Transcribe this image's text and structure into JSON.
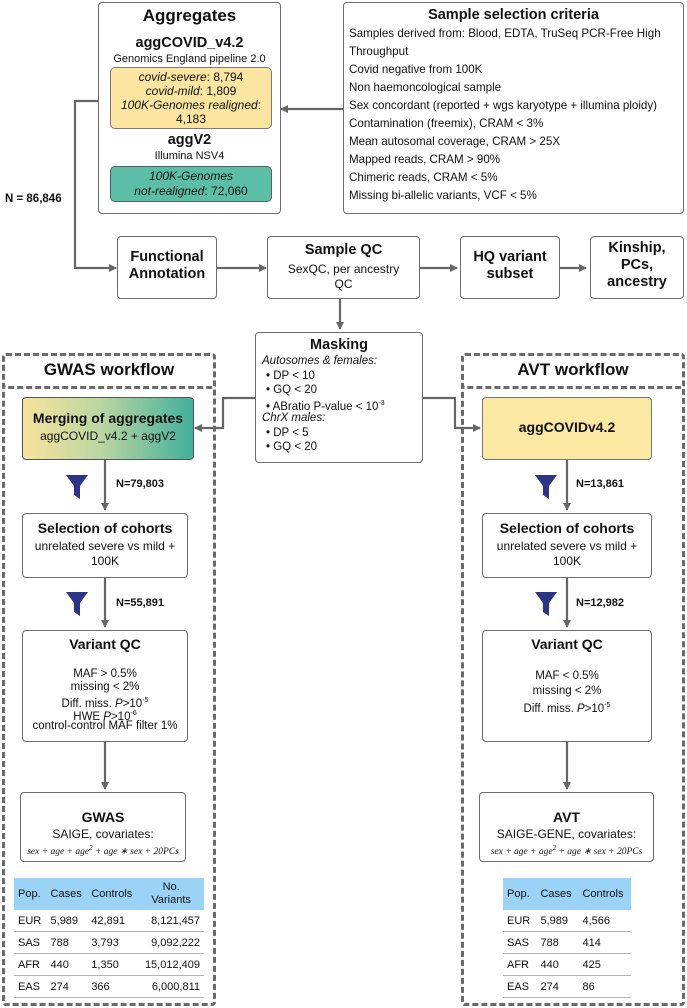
{
  "aggregates": {
    "title": "Aggregates",
    "agg1_name": "aggCOVID_v4.2",
    "agg1_pipeline": "Genomics England pipeline 2.0",
    "severe_label": "covid-severe",
    "severe_count": "8,794",
    "mild_label": "covid-mild",
    "mild_count": "1,809",
    "realigned_label": "100K-Genomes realigned",
    "realigned_count": "4,183",
    "agg2_name": "aggV2",
    "agg2_pipeline": "Illumina NSV4",
    "notrealigned_label1": "100K-Genomes",
    "notrealigned_label2": "not-realigned",
    "notrealigned_count": "72,060"
  },
  "criteria": {
    "title": "Sample selection criteria",
    "items": [
      "Samples derived from: Blood, EDTA, TruSeq PCR-Free High",
      "Throughput",
      "Covid negative from 100K",
      "Non haemoncological sample",
      "Sex concordant (reported + wgs karyotype + illumina ploidy)",
      "Contamination (freemix), CRAM < 3%",
      "Mean autosomal coverage, CRAM > 25X",
      "Mapped reads, CRAM > 90%",
      "Chimeric reads, CRAM < 5%",
      "Missing bi-allelic variants, VCF < 5%"
    ]
  },
  "n_total": "N = 86,846",
  "functional": {
    "line1": "Functional",
    "line2": "Annotation"
  },
  "sample_qc": {
    "title": "Sample QC",
    "line1": "SexQC, per ancestry",
    "line2": "QC"
  },
  "hq": {
    "line1": "HQ variant",
    "line2": "subset"
  },
  "kinship": {
    "line1": "Kinship,",
    "line2": "PCs,",
    "line3": "ancestry"
  },
  "masking": {
    "title": "Masking",
    "auto_label": "Autosomes & females:",
    "auto_dp": "DP < 10",
    "auto_gq": "GQ < 20",
    "auto_ab": "ABratio P-value < 10",
    "auto_ab_exp": "-3",
    "chrx_label": "ChrX males:",
    "chrx_dp": "DP < 5",
    "chrx_gq": "GQ < 20"
  },
  "gwas": {
    "workflow_title": "GWAS workflow",
    "merge_title": "Merging of aggregates",
    "merge_sub": "aggCOVID_v4.2 + aggV2",
    "n1": "N=79,803",
    "cohort_title": "Selection of cohorts",
    "cohort_sub1": "unrelated severe vs mild +",
    "cohort_sub2": "100K",
    "n2": "N=55,891",
    "vqc_title": "Variant QC",
    "vqc_maf": "MAF > 0.5%",
    "vqc_missing": "missing < 2%",
    "vqc_diff": "Diff. miss. ",
    "vqc_diff_p": "P",
    "vqc_diff_rest": ">10",
    "vqc_diff_exp": "-5",
    "vqc_hwe": "HWE ",
    "vqc_hwe_p": "P",
    "vqc_hwe_rest": ">10",
    "vqc_hwe_exp": "-6",
    "vqc_cc": "control-control MAF filter 1%",
    "test_title": "GWAS",
    "test_sub": "SAIGE, covariates:",
    "formula_a": "sex + age + age",
    "formula_exp": "2",
    "formula_b": " + age ∗ sex + 20PCs",
    "table_headers": [
      "Pop.",
      "Cases",
      "Controls",
      "No.",
      "Variants"
    ],
    "rows": [
      [
        "EUR",
        "5,989",
        "42,891",
        "8,121,457"
      ],
      [
        "SAS",
        "788",
        "3,793",
        "9,092,222"
      ],
      [
        "AFR",
        "440",
        "1,350",
        "15,012,409"
      ],
      [
        "EAS",
        "274",
        "366",
        "6,000,811"
      ]
    ]
  },
  "avt": {
    "workflow_title": "AVT workflow",
    "agg_title": "aggCOVIDv4.2",
    "n1": "N=13,861",
    "cohort_title": "Selection of cohorts",
    "cohort_sub1": "unrelated severe vs mild +",
    "cohort_sub2": "100K",
    "n2": "N=12,982",
    "vqc_title": "Variant QC",
    "vqc_maf": "MAF < 0.5%",
    "vqc_missing": "missing < 2%",
    "vqc_diff": "Diff. miss. ",
    "vqc_diff_p": "P",
    "vqc_diff_rest": ">10",
    "vqc_diff_exp": "-5",
    "test_title": "AVT",
    "test_sub": "SAIGE-GENE, covariates:",
    "formula_a": "sex + age + age",
    "formula_exp": "2",
    "formula_b": " + age ∗ sex + 20PCs",
    "table_headers": [
      "Pop.",
      "Cases",
      "Controls"
    ],
    "rows": [
      [
        "EUR",
        "5,989",
        "4,566"
      ],
      [
        "SAS",
        "788",
        "414"
      ],
      [
        "AFR",
        "440",
        "425"
      ],
      [
        "EAS",
        "274",
        "86"
      ]
    ]
  },
  "colors": {
    "arrow": "#666666",
    "funnel": "#2b3486",
    "yellow": "#fbe5a1",
    "teal": "#5bbfa8",
    "table_header": "#9bd3f7"
  }
}
